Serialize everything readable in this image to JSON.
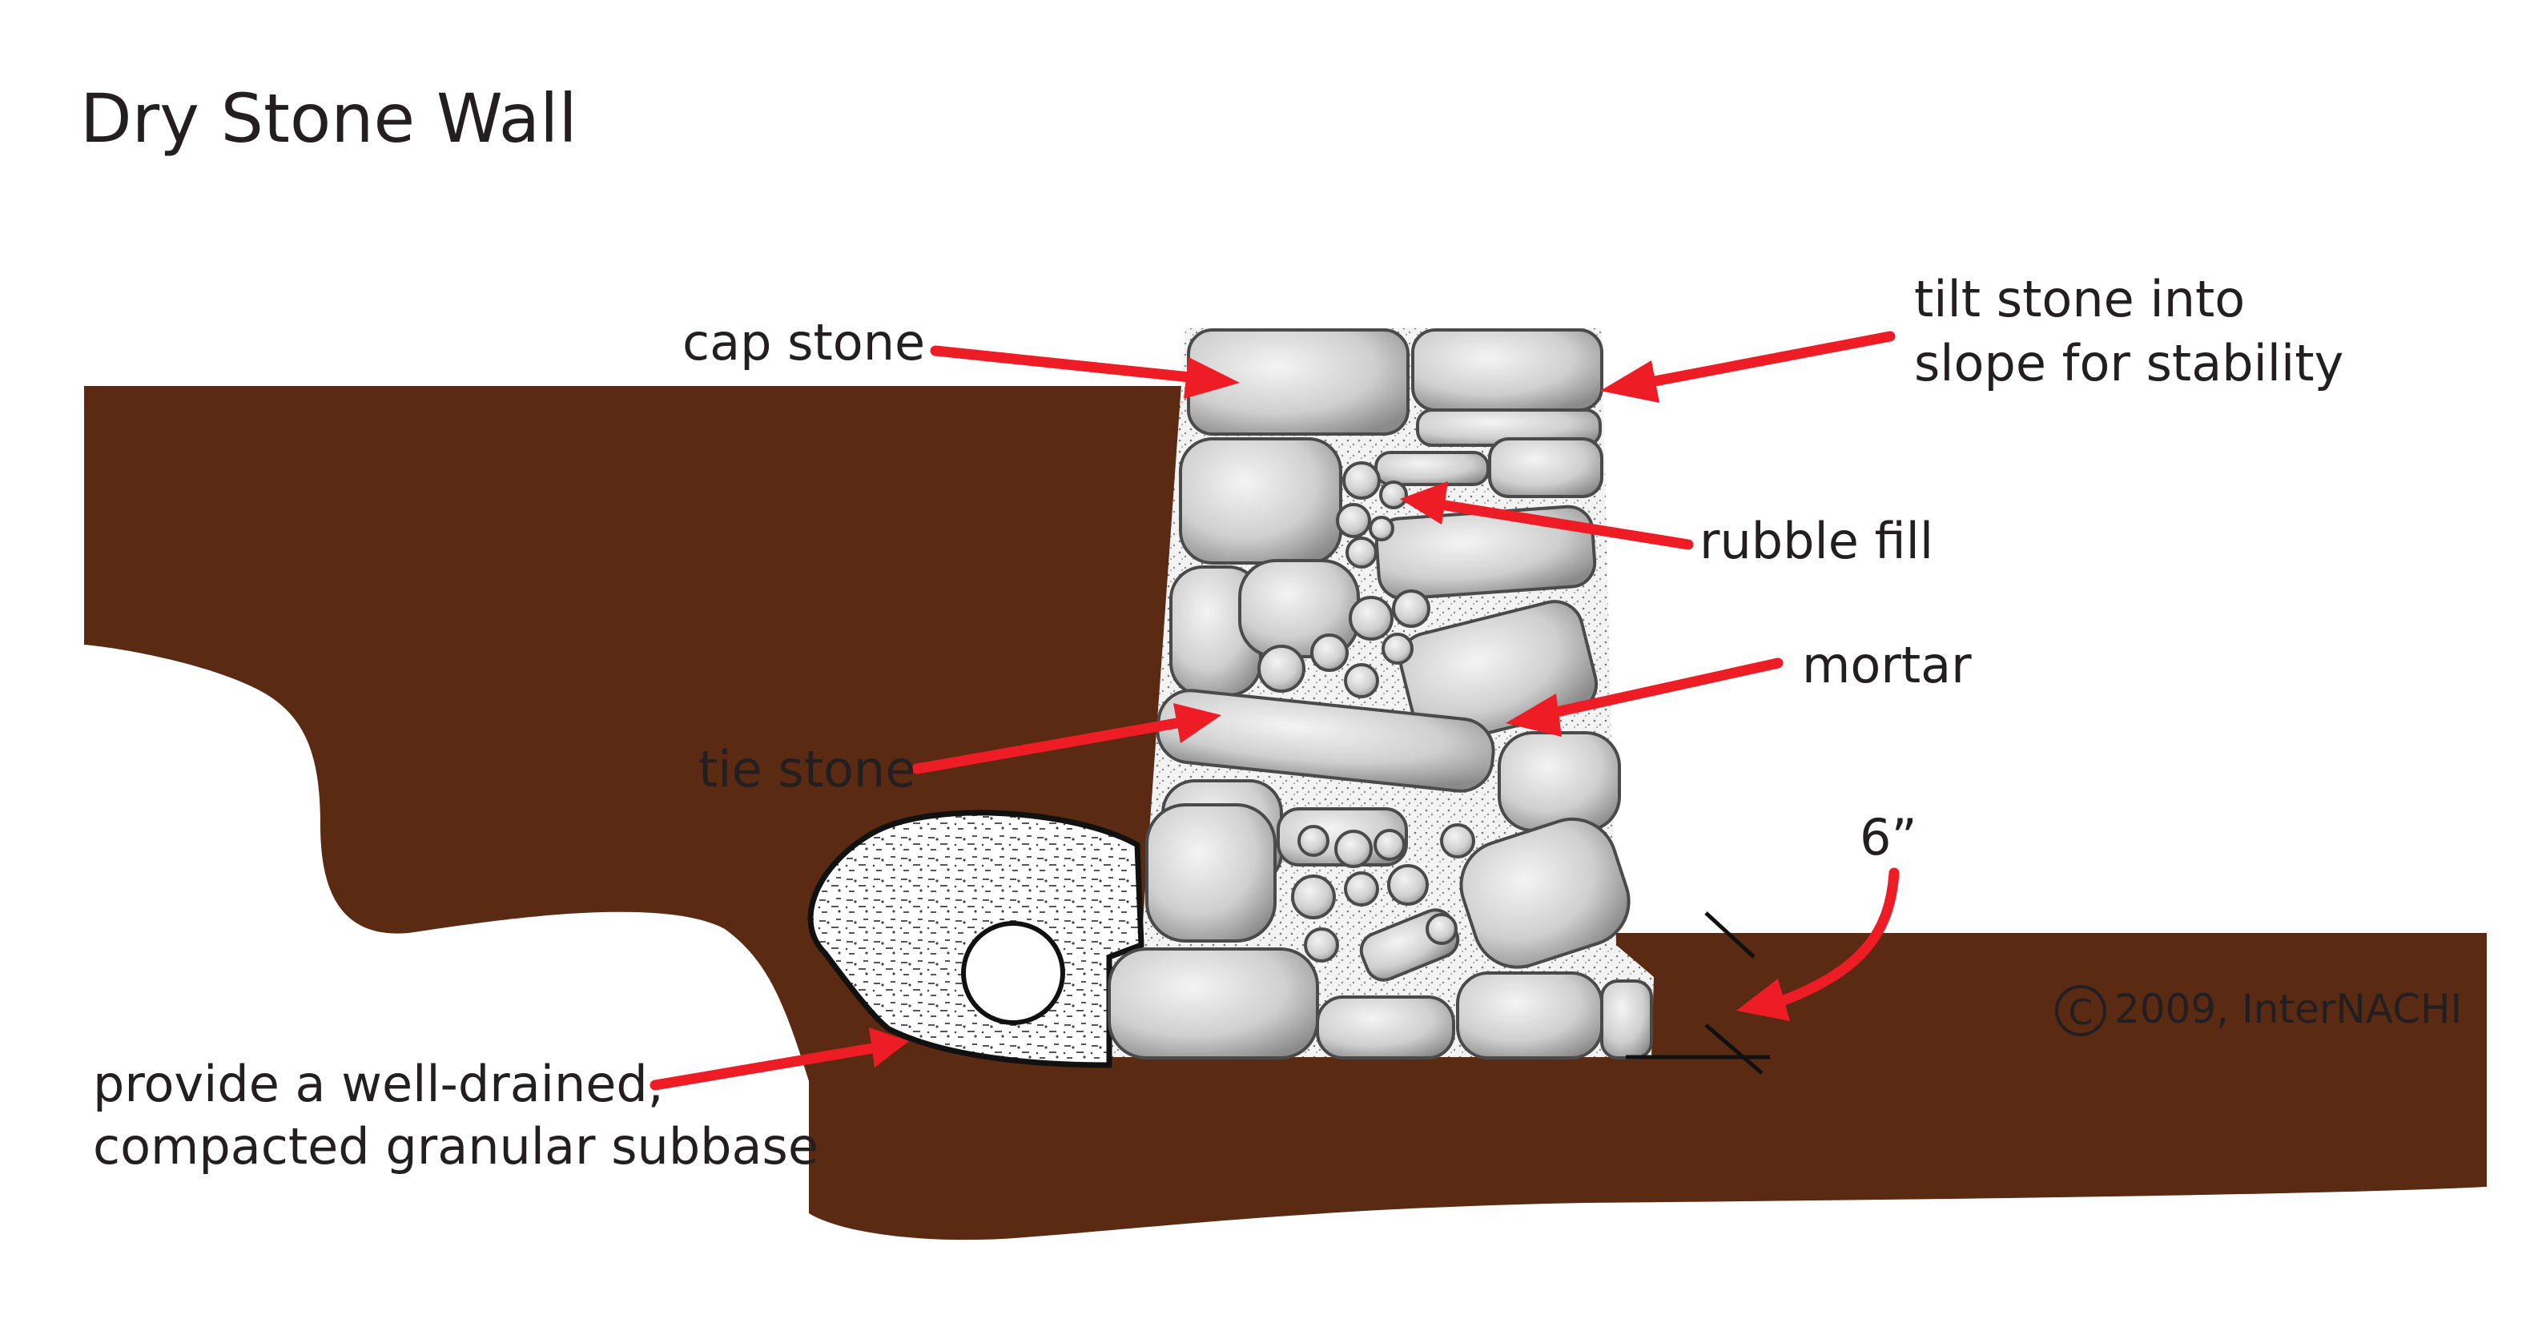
{
  "title": "Dry Stone Wall",
  "labels": {
    "cap_stone": "cap stone",
    "tilt_stone_line1": "tilt stone into",
    "tilt_stone_line2": "slope for stability",
    "rubble_fill": "rubble fill",
    "mortar": "mortar",
    "tie_stone": "tie stone",
    "depth": "6”",
    "subbase_line1": "provide a well-drained,",
    "subbase_line2": "compacted granular subbase"
  },
  "copyright": {
    "symbol": "C",
    "text": "2009, InterNACHI"
  },
  "colors": {
    "soil": "#5a2a12",
    "arrow": "#ee1c25",
    "stone": "#d9d9d9",
    "stone_dark": "#6d6d6d",
    "gravel_bg": "#ffffff",
    "text": "#231f20"
  }
}
